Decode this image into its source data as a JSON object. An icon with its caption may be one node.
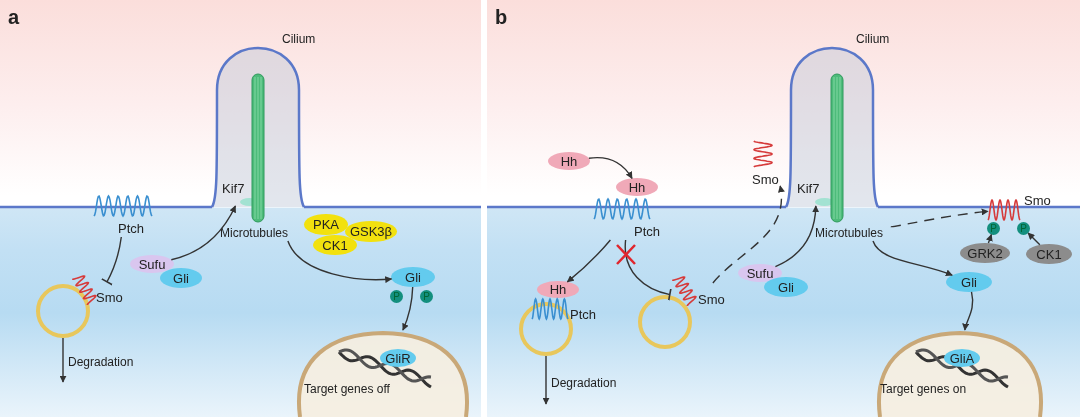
{
  "diagram": {
    "nodes": [
      {
        "text": [
          "Cilium"
        ]
      },
      {
        "text": [
          "Microtubules"
        ]
      },
      {
        "text": [
          "Kif7"
        ],
        "in": 0
      },
      {
        "text": [
          "Ptch"
        ]
      },
      {
        "text": [],
        "shape": "circle"
      },
      {
        "text": [
          "Smo"
        ]
      },
      {
        "text": [
          "Sufu"
        ]
      },
      {
        "text": [
          "Gli"
        ]
      },
      {
        "text": [
          "PKA"
        ]
      },
      {
        "text": [
          "GSK3β"
        ]
      },
      {
        "text": [
          "CK1"
        ]
      },
      {
        "text": [
          "Gli"
        ]
      },
      {
        "text": [
          "P"
        ]
      },
      {
        "text": [
          "P"
        ]
      },
      {
        "text": [
          "Target genes off"
        ]
      },
      {
        "text": [
          "GliR"
        ],
        "in": 14
      },
      {
        "text": [
          "Cilium"
        ]
      },
      {
        "text": [
          "Microtubules"
        ]
      },
      {
        "text": [
          "Kif7"
        ],
        "in": 16
      },
      {
        "text": [
          "Smo"
        ]
      },
      {
        "text": [
          "Hh"
        ]
      },
      {
        "text": [
          "Hh"
        ]
      },
      {
        "text": [
          "Ptch"
        ]
      },
      {
        "text": [],
        "shape": "circle"
      },
      {
        "text": [
          "Hh"
        ]
      },
      {
        "text": [
          "Ptch"
        ]
      },
      {
        "text": [],
        "shape": "circle"
      },
      {
        "text": [
          "Smo"
        ]
      },
      {
        "text": [
          "Sufu"
        ]
      },
      {
        "text": [
          "Gli"
        ]
      },
      {
        "text": [
          "Smo"
        ]
      },
      {
        "text": [
          "P"
        ]
      },
      {
        "text": [
          "P"
        ]
      },
      {
        "text": [
          "GRK2"
        ]
      },
      {
        "text": [
          "CK1"
        ]
      },
      {
        "text": [
          "Gli"
        ]
      },
      {
        "text": [
          "Target genes on"
        ]
      },
      {
        "text": [
          "GliA"
        ],
        "in": 36
      }
    ],
    "edges": [
      {
        "from": 3,
        "to": 5,
        "arrow": "other"
      },
      {
        "from": 6,
        "to": 2,
        "arrow": "to"
      },
      {
        "from": 1,
        "to": 11,
        "arrow": "to"
      },
      {
        "from": 11,
        "to": 14,
        "arrow": "to"
      },
      {
        "from": 4,
        "to": null,
        "arrow": "to",
        "label": "Degradation"
      },
      {
        "from": 20,
        "to": 21,
        "arrow": "to"
      },
      {
        "from": 22,
        "to": 24,
        "arrow": "to"
      },
      {
        "from": 22,
        "to": 27,
        "arrow": "other"
      },
      {
        "from": 27,
        "to": 19,
        "arrow": "to",
        "style": "dashed"
      },
      {
        "from": 28,
        "to": 18,
        "arrow": "to"
      },
      {
        "from": 17,
        "to": 30,
        "arrow": "to",
        "style": "dashed"
      },
      {
        "from": 17,
        "to": 35,
        "arrow": "to"
      },
      {
        "from": 33,
        "to": 31,
        "arrow": "to"
      },
      {
        "from": 34,
        "to": 32,
        "arrow": "to"
      },
      {
        "from": 35,
        "to": 36,
        "arrow": "to"
      },
      {
        "from": 23,
        "to": null,
        "arrow": "to",
        "label": "Degradation"
      }
    ],
    "labels": [
      "a",
      "b"
    ]
  }
}
